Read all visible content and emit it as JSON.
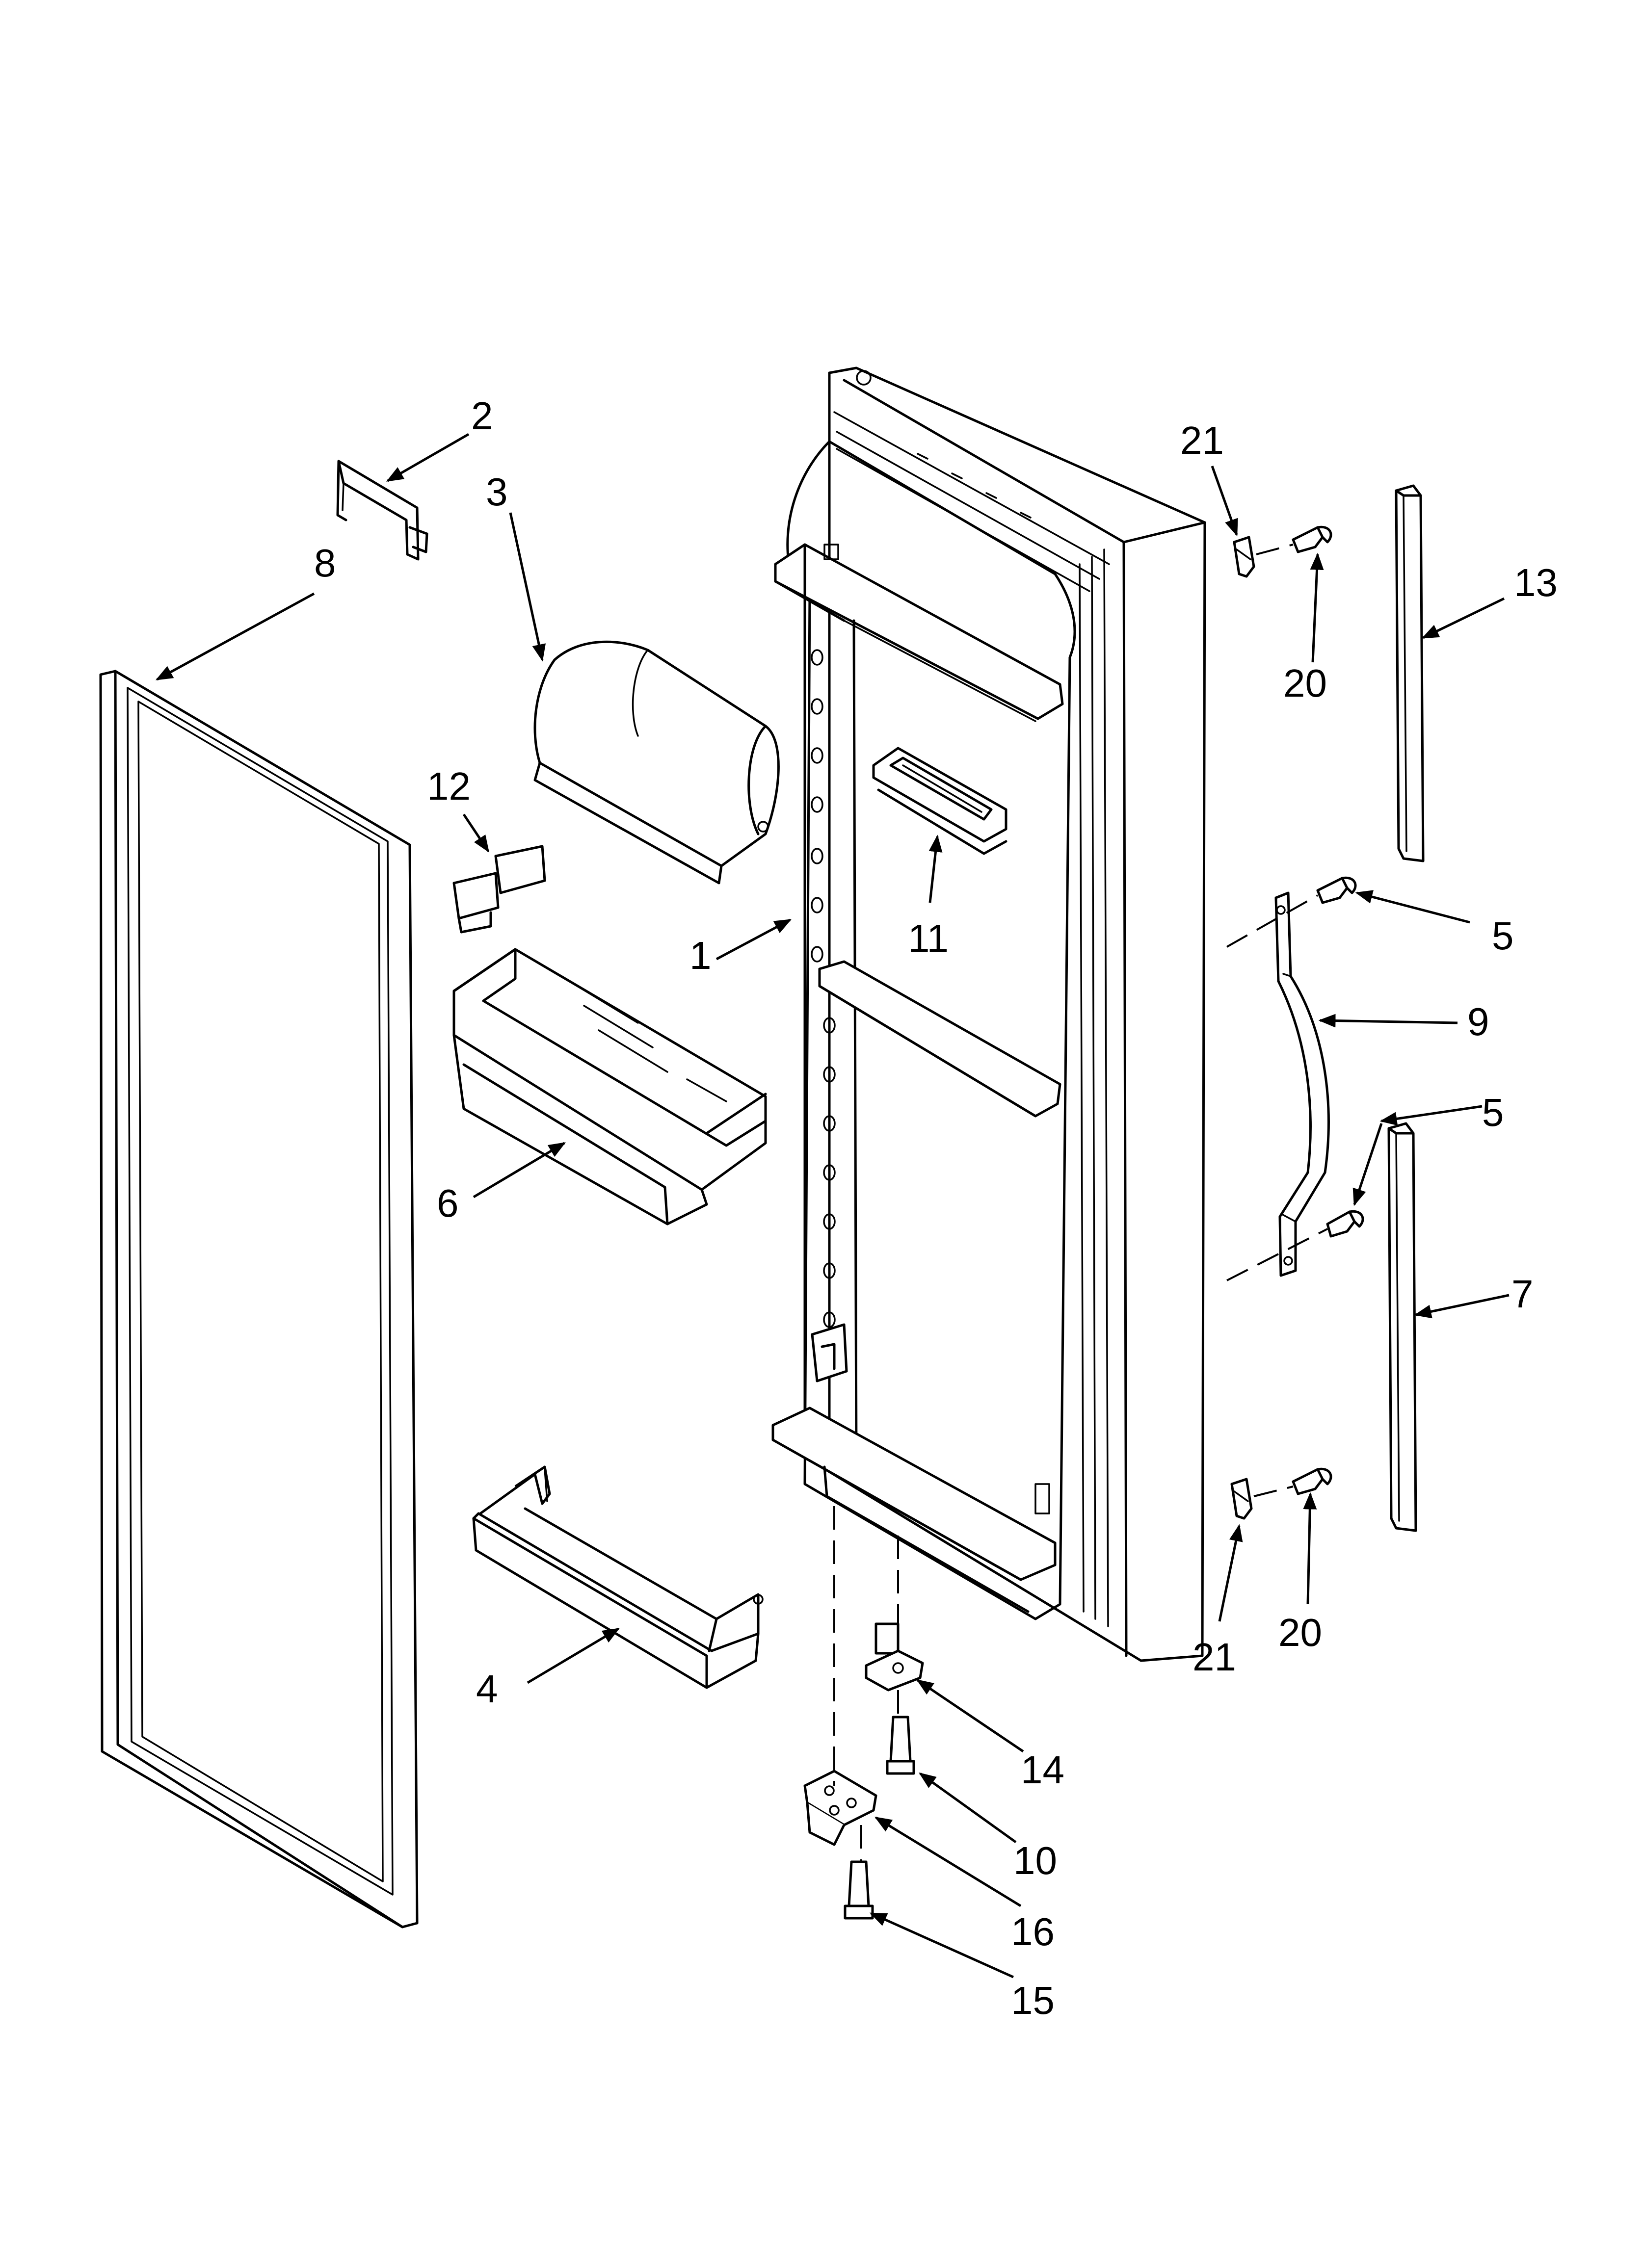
{
  "callouts": {
    "c1": "1",
    "c2": "2",
    "c3": "3",
    "c4": "4",
    "c5a": "5",
    "c5b": "5",
    "c6": "6",
    "c7": "7",
    "c8": "8",
    "c9": "9",
    "c10": "10",
    "c11": "11",
    "c12": "12",
    "c13": "13",
    "c14": "14",
    "c15": "15",
    "c16": "16",
    "c20a": "20",
    "c20b": "20",
    "c21a": "21",
    "c21b": "21"
  }
}
